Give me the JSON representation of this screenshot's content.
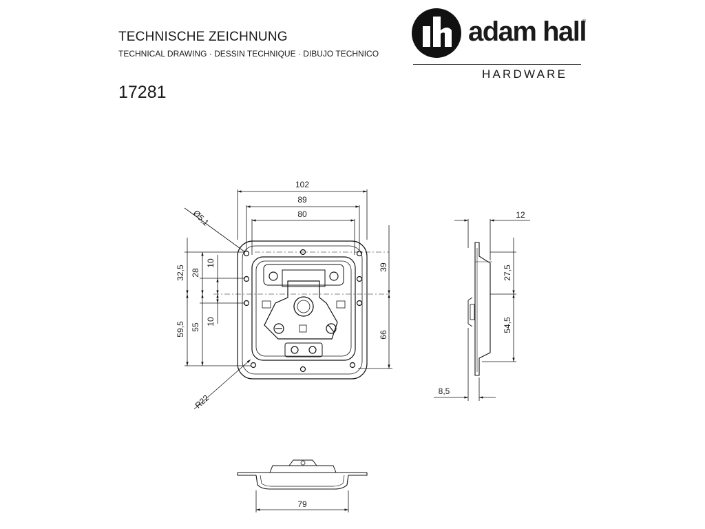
{
  "header": {
    "title": "TECHNISCHE ZEICHNUNG",
    "subtitle": "TECHNICAL DRAWING · DESSIN TECHNIQUE · DIBUJO TECHNICO",
    "part_number": "17281"
  },
  "logo": {
    "monogram": "ah",
    "wordmark": "adam hall",
    "registered": "®",
    "tagline": "HARDWARE"
  },
  "dimensions": {
    "width_outer": "102",
    "width_holes": "89",
    "width_inner": "80",
    "hole_dia": "Ø5,1",
    "h_upper_total": "32,5",
    "h_upper_mid": "28",
    "h_upper_small": "10",
    "h_lower_total": "59,5",
    "h_lower_mid": "55",
    "h_lower_small": "10",
    "right_upper": "39",
    "right_lower": "66",
    "radius": "R22",
    "side_depth": "12",
    "side_upper": "27,5",
    "side_lower": "54,5",
    "side_offset": "8,5",
    "bottom_width": "79"
  }
}
